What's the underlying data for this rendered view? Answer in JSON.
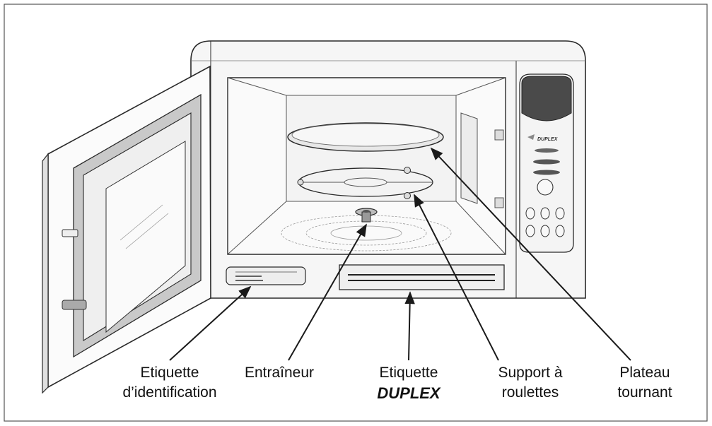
{
  "labels": {
    "identification": {
      "line1": "Etiquette",
      "line2": "d’identification"
    },
    "drive": {
      "line1": "Entraîneur"
    },
    "duplex": {
      "line1": "Etiquette",
      "line2": "DUPLEX"
    },
    "roller": {
      "line1": "Support à",
      "line2": "roulettes"
    },
    "turntable": {
      "line1": "Plateau",
      "line2": "tournant"
    }
  },
  "panel": {
    "brand": "DUPLEX"
  },
  "colors": {
    "line": "#2a2a2a",
    "fill_light": "#f2f2f2",
    "fill_mid": "#d4d4d4",
    "fill_dark": "#4a4a4a"
  }
}
